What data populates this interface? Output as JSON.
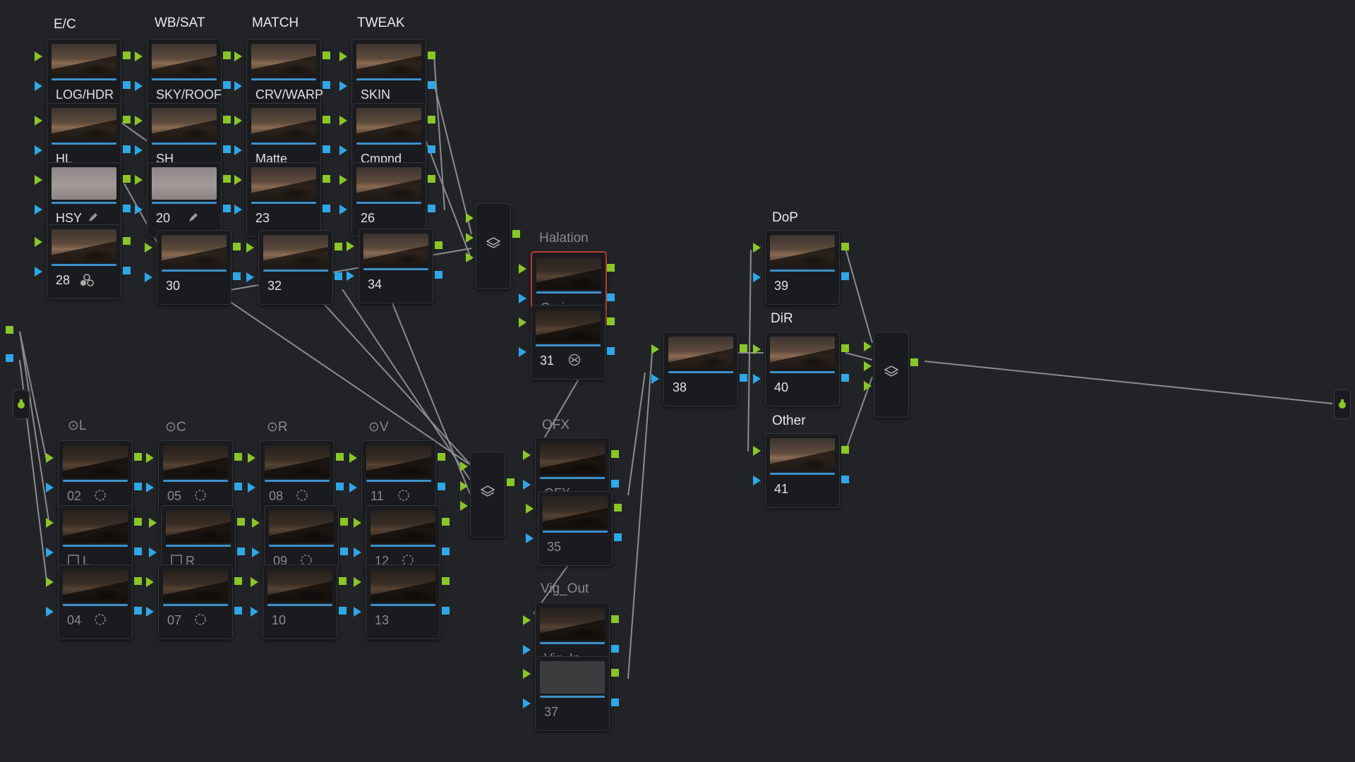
{
  "group_labels": {
    "ec": "E/C",
    "wbsat": "WB/SAT",
    "match": "MATCH",
    "tweak": "TWEAK",
    "halation": "Halation",
    "dop": "DoP",
    "dir": "DiR",
    "other": "Other",
    "ol": "⊙L",
    "oc": "⊙C",
    "or": "⊙R",
    "ov": "⊙V",
    "ofx": "OFX",
    "vigout": "Vig_Out"
  },
  "node_labels": {
    "n15": "LOG/HDR",
    "n18": "SKY/ROOF",
    "n21": "CRV/WARP",
    "n24": "SKIN",
    "n16": "HL",
    "n19": "SH",
    "n22": "Matte",
    "n25": "Cmpnd",
    "n17": "HSY",
    "n20": "20",
    "n23": "23",
    "n26": "26",
    "n28": "28",
    "n30": "30",
    "n32": "32",
    "n34": "34",
    "n29": "Grain",
    "n31": "31",
    "n02": "02",
    "n05": "05",
    "n08": "08",
    "n11": "11",
    "n03": "L",
    "n06": "R",
    "n09": "09",
    "n12": "12",
    "n04": "04",
    "n07": "07",
    "n10": "10",
    "n13": "13",
    "n33": "OFX",
    "n35": "35",
    "n36": "Vig_In",
    "n37": "37",
    "n38": "38",
    "n39": "39",
    "n40": "40",
    "n41": "41"
  },
  "node_icons": {
    "pen": "pen-icon",
    "ofx": "ofx-effect-icon",
    "cache": "cache-circle-icon",
    "rgb": "rgb-channels-icon",
    "window": "window-shape-icon",
    "layer": "layer-mixer-icon",
    "output": "output-terminal-icon"
  },
  "colors": {
    "background": "#222327",
    "rgb_port": "#8ac627",
    "alpha_port": "#2ea8e6",
    "selected_outline": "#b3402f",
    "connection": "#8b8c90"
  }
}
